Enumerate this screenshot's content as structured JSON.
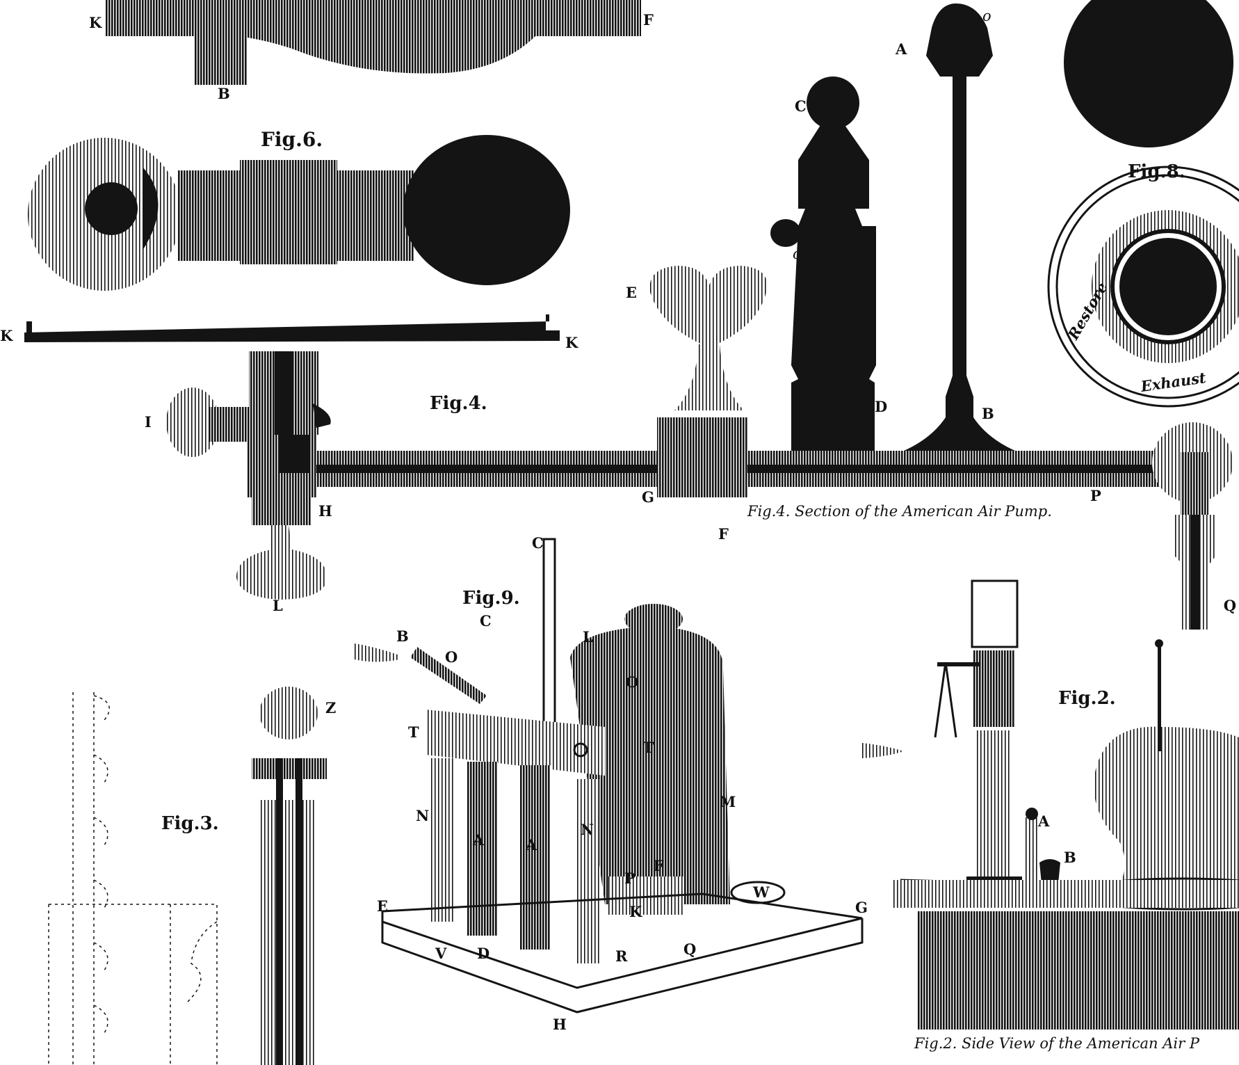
{
  "plate": {
    "figures": {
      "fig6": "Fig.6.",
      "fig4": "Fig.4.",
      "fig8": "Fig.8.",
      "fig9": "Fig.9.",
      "fig3": "Fig.3.",
      "fig2": "Fig.2."
    },
    "captions": {
      "fig4": "Fig.4. Section of the American Air Pump.",
      "fig2": "Fig.2. Side View of the American Air P"
    },
    "fig8_ring": {
      "top": "Restore",
      "bottom": "Exhaust"
    },
    "letters": {
      "top_k": "K",
      "top_f": "F",
      "top_b": "B",
      "rod_k_left": "K",
      "rod_k_right": "K",
      "i": "I",
      "h": "H",
      "l": "L",
      "e": "E",
      "g": "G",
      "f": "F",
      "c": "C",
      "c_small": "c",
      "o_small": "o",
      "a": "A",
      "d": "D",
      "b": "B",
      "p": "P",
      "q": "Q",
      "z": "Z",
      "f9_c_top": "C",
      "f9_b": "B",
      "f9_o1": "O",
      "f9_c": "C",
      "f9_l": "L",
      "f9_o2": "O",
      "f9_t1": "T",
      "f9_t2": "T",
      "f9_n1": "N",
      "f9_n2": "N",
      "f9_a1": "A",
      "f9_a2": "A",
      "f9_m": "M",
      "f9_p": "P",
      "f9_f": "F",
      "f9_k": "K",
      "f9_e": "E",
      "f9_g": "G",
      "f9_v": "V",
      "f9_d": "D",
      "f9_r": "R",
      "f9_q": "Q",
      "f9_w": "W",
      "f9_h": "H",
      "f2_a": "A",
      "f2_b": "B"
    }
  }
}
